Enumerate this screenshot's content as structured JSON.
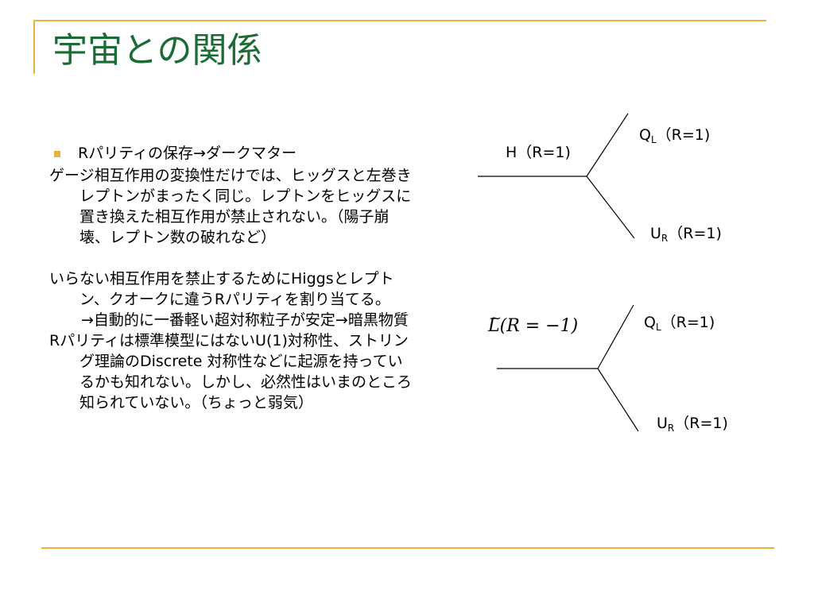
{
  "title": "宇宙との関係",
  "bullet": "Rパリティの保存→ダークマター",
  "paragraphs": [
    "ゲージ相互作用の変換性だけでは、ヒッグスと左巻きレプトンがまったく同じ。レプトンをヒッグスに置き換えた相互作用が禁止されない。（陽子崩壊、レプトン数の破れなど）",
    "いらない相互作用を禁止するためにHiggsとレプトン、クオークに違うRパリティを割り当てる。",
    "→自動的に一番軽い超対称粒子が安定→暗黒物質",
    "Rパリティは標準模型にはないU(1)対称性、ストリング理論のDiscrete 対称性などに起源を持っているかも知れない。しかし、必然性はいまのところ知られていない。（ちょっと弱気）"
  ],
  "diagram1": {
    "incoming": {
      "name": "H",
      "parity": "（R=1)"
    },
    "upper": {
      "name": "Q",
      "sub": "L",
      "parity": "（R=1)"
    },
    "lower": {
      "name": "U",
      "sub": "R",
      "parity": "（R=1)"
    }
  },
  "diagram2": {
    "incoming_formula": "L(R = −1)",
    "upper": {
      "name": "Q",
      "sub": "L",
      "parity": "（R=1)"
    },
    "lower": {
      "name": "U",
      "sub": "R",
      "parity": "（R=1)"
    }
  },
  "colors": {
    "title": "#1b6b34",
    "rule": "#e8b23c",
    "bullet": "#e8b23c"
  }
}
